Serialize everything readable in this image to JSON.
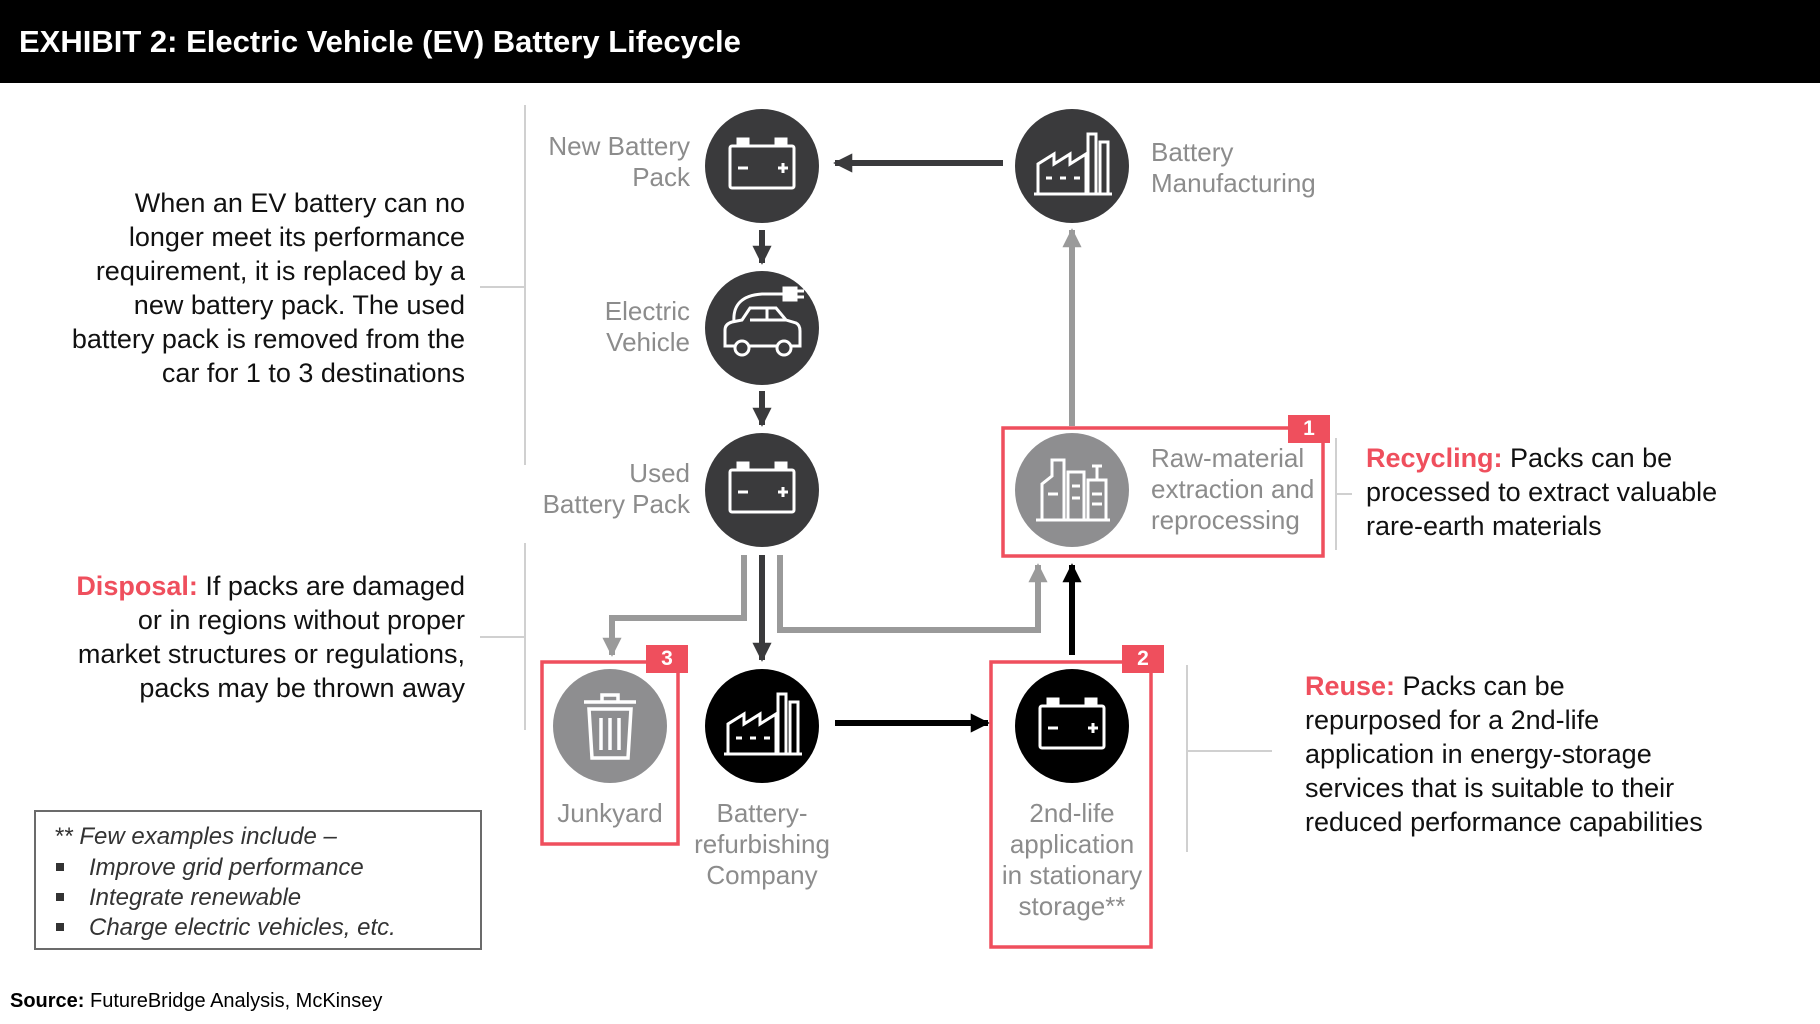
{
  "title": "EXHIBIT 2: Electric Vehicle (EV) Battery Lifecycle",
  "nodes": {
    "new_battery_pack": {
      "label_line1": "New Battery",
      "label_line2": "Pack",
      "icon": "battery-icon"
    },
    "electric_vehicle": {
      "label_line1": "Electric",
      "label_line2": "Vehicle",
      "icon": "electric-car-icon"
    },
    "used_battery_pack": {
      "label_line1": "Used",
      "label_line2": "Battery Pack",
      "icon": "battery-icon"
    },
    "battery_manufacturing": {
      "label_line1": "Battery",
      "label_line2": "Manufacturing",
      "icon": "factory-icon"
    },
    "raw_material": {
      "label_line1": "Raw-material",
      "label_line2": "extraction and",
      "label_line3": "reprocessing",
      "icon": "industrial-buildings-icon",
      "badge": "1"
    },
    "junkyard": {
      "label": "Junkyard",
      "icon": "trash-can-icon",
      "badge": "3"
    },
    "refurbishing": {
      "label_line1": "Battery-",
      "label_line2": "refurbishing",
      "label_line3": "Company",
      "icon": "factory-icon"
    },
    "second_life": {
      "label_line1": "2nd-life",
      "label_line2": "application",
      "label_line3": "in stationary",
      "label_line4": "storage**",
      "icon": "battery-icon",
      "badge": "2"
    }
  },
  "annotations": {
    "intro": [
      "When an EV battery can no",
      "longer meet its performance",
      "requirement, it is replaced by a",
      "new battery pack. The used",
      "battery pack is removed from the",
      "car for 1 to 3 destinations"
    ],
    "disposal": {
      "heading": "Disposal:",
      "lines": [
        " If packs are damaged",
        "or in regions without proper",
        "market structures or regulations,",
        "packs may be thrown away"
      ]
    },
    "recycling": {
      "heading": "Recycling:",
      "lines": [
        " Packs can be",
        "processed to extract valuable",
        "rare-earth materials"
      ]
    },
    "reuse": {
      "heading": "Reuse:",
      "lines": [
        " Packs can be",
        "repurposed for a 2nd-life",
        "application in energy-storage",
        "services that is suitable to their",
        "reduced performance capabilities"
      ]
    }
  },
  "footnote": {
    "heading": "** Few examples include –",
    "items": [
      "Improve grid performance",
      "Integrate renewable",
      "Charge electric vehicles, etc."
    ]
  },
  "source": {
    "label": "Source:",
    "text": " FutureBridge Analysis, McKinsey"
  },
  "colors": {
    "accent_red": "#ef4f5d",
    "dark_circle": "#3a3a3c",
    "grey_circle": "#8e8e90",
    "black_circle": "#000000",
    "grey_arrow": "#9a9a9a"
  }
}
